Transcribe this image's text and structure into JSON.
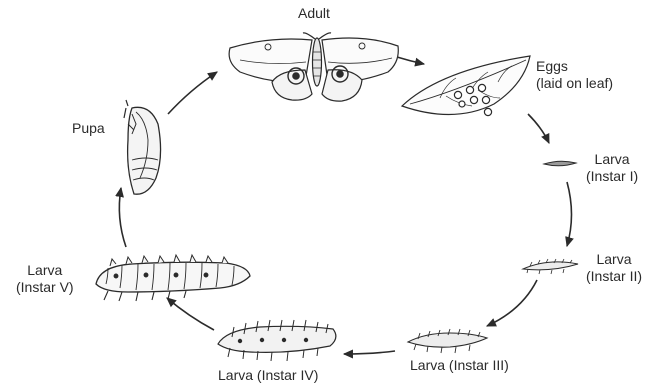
{
  "stages": {
    "adult": {
      "label": "Adult"
    },
    "eggs": {
      "line1": "Eggs",
      "line2": "(laid on leaf)"
    },
    "larva1": {
      "line1": "Larva",
      "line2": "(Instar I)"
    },
    "larva2": {
      "line1": "Larva",
      "line2": "(Instar II)"
    },
    "larva3": {
      "label": "Larva (Instar III)"
    },
    "larva4": {
      "label": "Larva (Instar IV)"
    },
    "larva5": {
      "line1": "Larva",
      "line2": "(Instar V)"
    },
    "pupa": {
      "label": "Pupa"
    }
  },
  "colors": {
    "ink": "#2b2b2b",
    "background": "#ffffff"
  }
}
